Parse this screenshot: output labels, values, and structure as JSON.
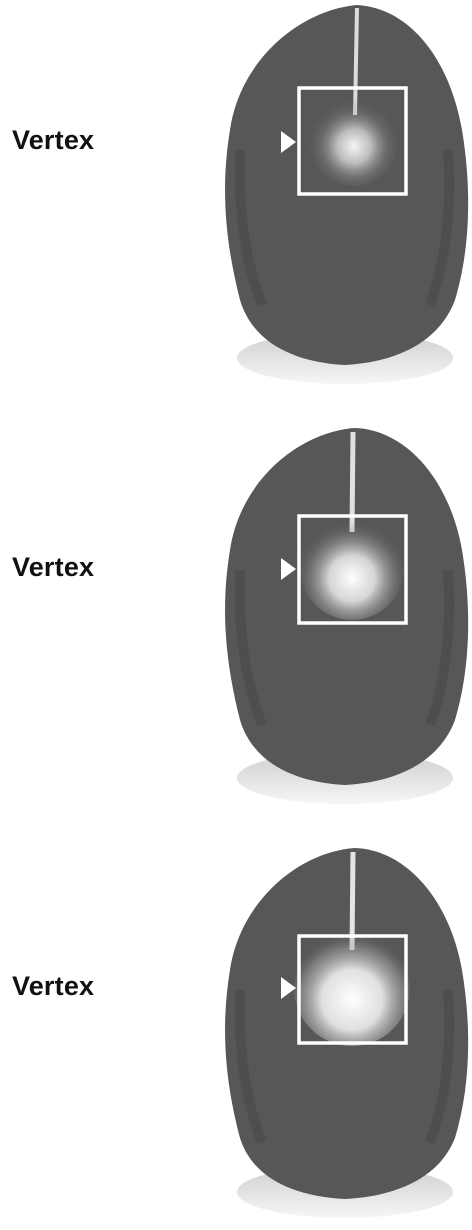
{
  "colors": {
    "hair": "#5a5a5a",
    "hair_dark": "#3f3f3f",
    "scalp": "#f4f4f4",
    "box": "#ffffff",
    "arrow": "#8c8c8c",
    "label": "#111111",
    "neck": "#d8d8d8"
  },
  "panels": [
    {
      "label": "Vertex",
      "thinning_level": 0.35
    },
    {
      "label": "Vertex",
      "thinning_level": 0.65
    },
    {
      "label": "Vertex",
      "thinning_level": 0.9
    }
  ]
}
